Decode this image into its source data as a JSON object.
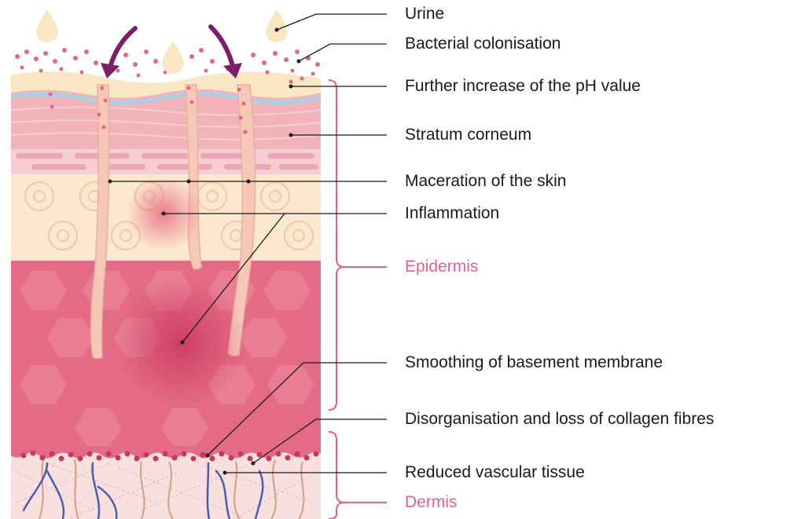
{
  "labels": {
    "urine": "Urine",
    "bacterial": "Bacterial colonisation",
    "ph": "Further increase of the pH value",
    "stratum": "Stratum corneum",
    "maceration": "Maceration of the skin",
    "inflammation": "Inflammation",
    "epidermis": "Epidermis",
    "basement": "Smoothing of basement membrane",
    "collagen": "Disorganisation and loss of collagen fibres",
    "vascular": "Reduced vascular tissue",
    "dermis": "Dermis"
  },
  "colors": {
    "layer_label": "#e0608f",
    "arrow": "#7b1f6a",
    "urine_drop": "#f9e6c2",
    "bacteria": "#d9497a",
    "stratum_corneum": "#f2b3b8",
    "granular": "#fbe8cf",
    "spinous": "#e46b85",
    "dermis": "#f8e0de",
    "vessel": "#4a5bb5"
  }
}
